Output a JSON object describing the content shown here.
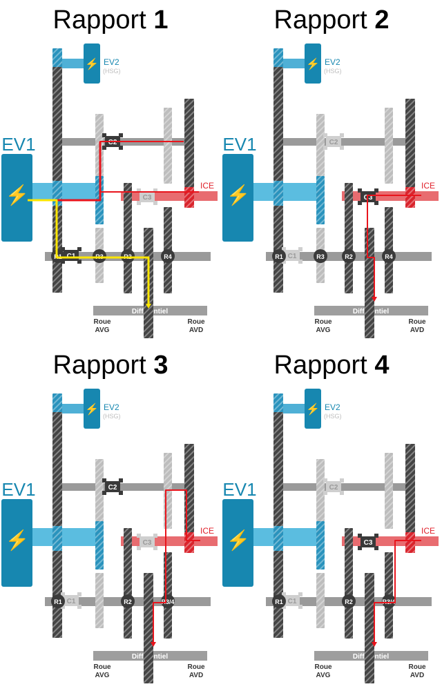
{
  "panels": [
    {
      "title_word": "Rapport",
      "title_number": "1"
    },
    {
      "title_word": "Rapport",
      "title_number": "2"
    },
    {
      "title_word": "Rapport",
      "title_number": "3"
    },
    {
      "title_word": "Rapport",
      "title_number": "4"
    }
  ],
  "labels": {
    "ev1": "EV1",
    "ev2": "EV2",
    "hsg": "(HSG)",
    "ice": "ICE",
    "differential": "Différentiel",
    "wheel_left_1": "Roue",
    "wheel_left_2": "AVG",
    "wheel_right_1": "Roue",
    "wheel_right_2": "AVD",
    "c1": "C1",
    "c2": "C2",
    "c3": "C3",
    "r1": "R1",
    "r2": "R2",
    "r3": "R3",
    "r4": "R4",
    "r34": "R3/4"
  },
  "colors": {
    "ev_blue": "#1787b0",
    "ice_red": "#e0202a",
    "power_path_red": "#e8141c",
    "power_path_yellow": "#ffe600",
    "gear_dark": "#4a4a4a",
    "gear_light": "#c8c8c8",
    "shaft_grey": "#9a9a9a"
  }
}
